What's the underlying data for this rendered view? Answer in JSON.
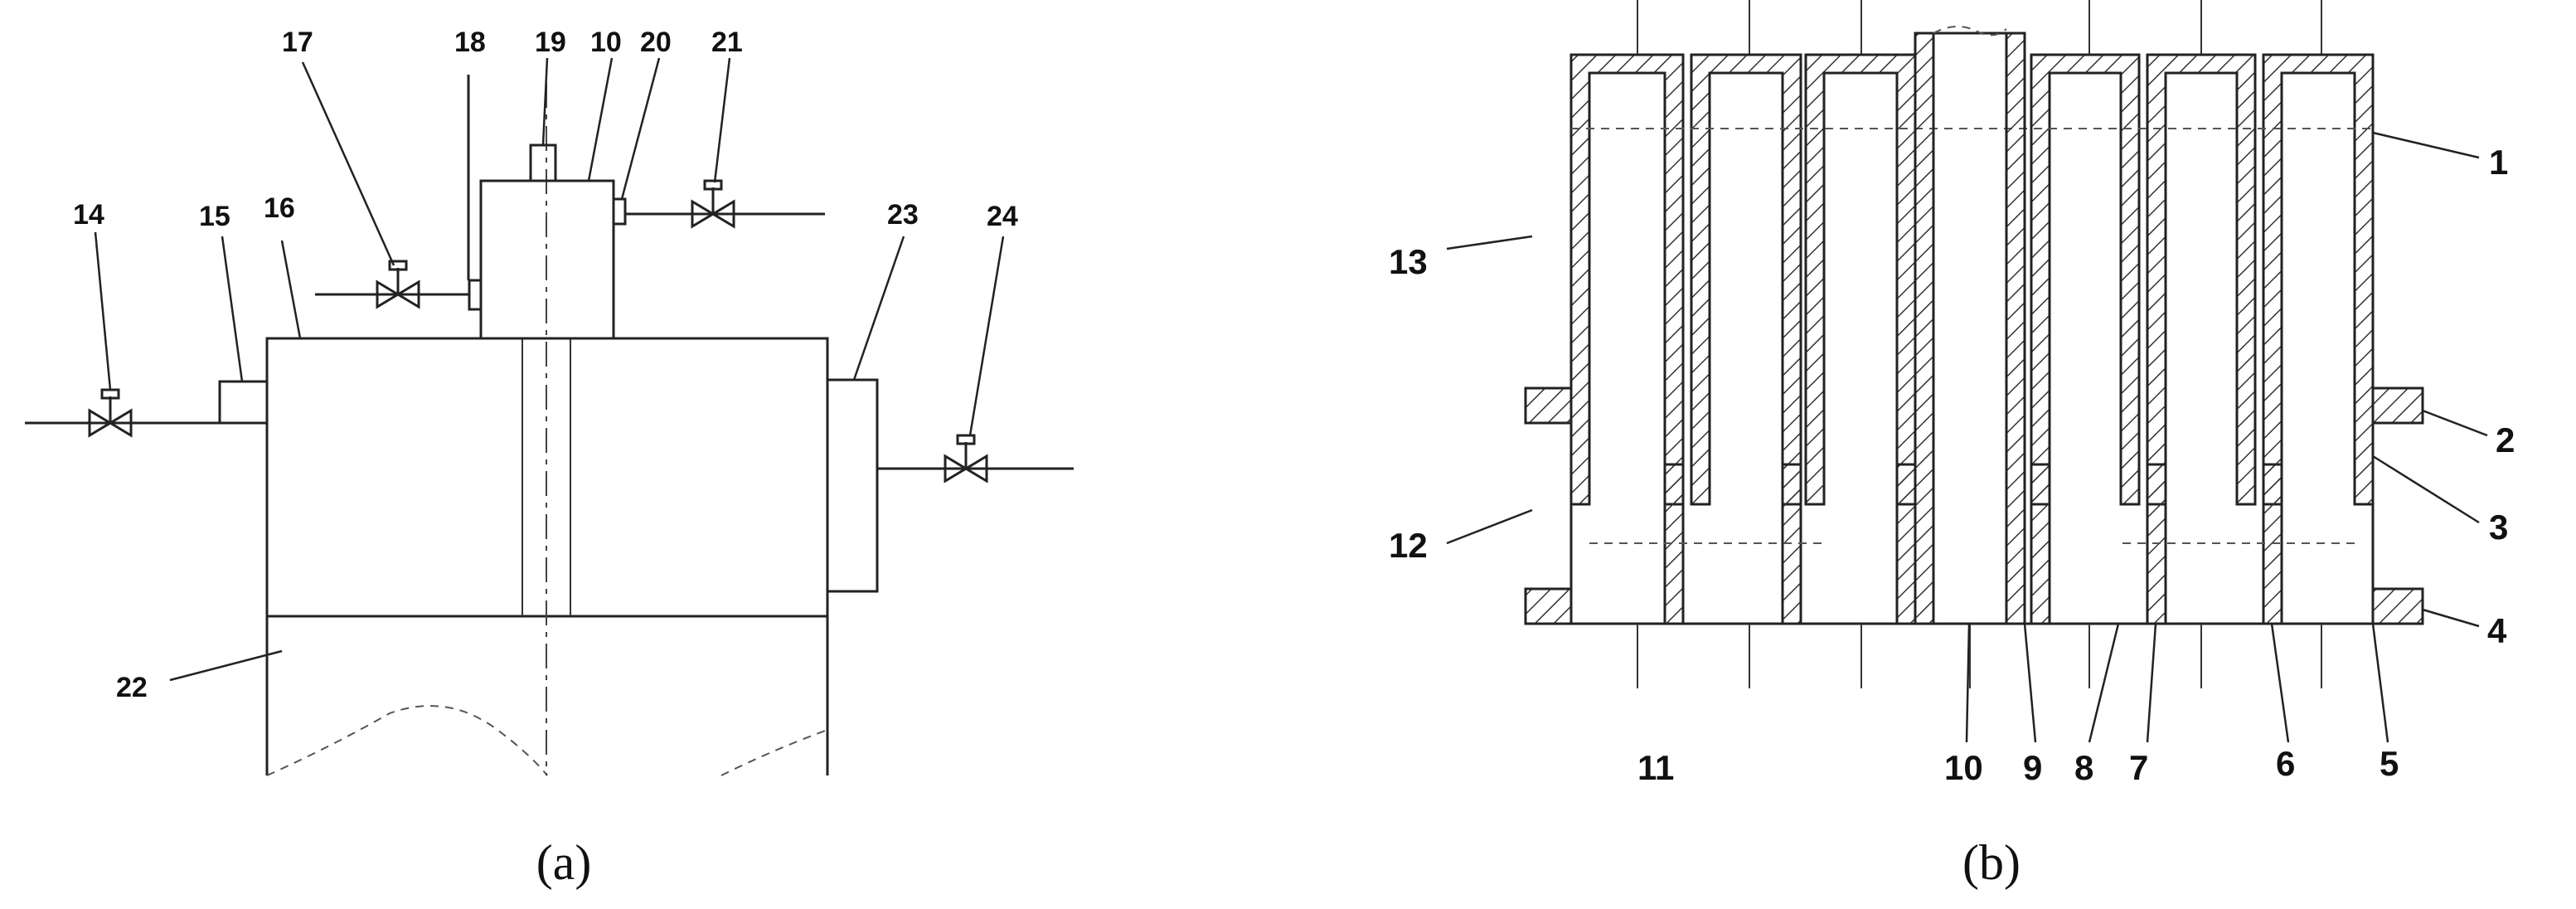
{
  "panel_a": {
    "caption": "(a)",
    "labels": {
      "l14": "14",
      "l15": "15",
      "l16": "16",
      "l17": "17",
      "l18": "18",
      "l19": "19",
      "l10": "10",
      "l20": "20",
      "l21": "21",
      "l22": "22",
      "l23": "23",
      "l24": "24"
    }
  },
  "panel_b": {
    "caption": "(b)",
    "labels": {
      "l1": "1",
      "l2": "2",
      "l3": "3",
      "l4": "4",
      "l5": "5",
      "l6": "6",
      "l7": "7",
      "l8": "8",
      "l9": "9",
      "l10": "10",
      "l11": "11",
      "l12": "12",
      "l13": "13"
    }
  },
  "colors": {
    "line": "#222222",
    "background": "#ffffff"
  }
}
